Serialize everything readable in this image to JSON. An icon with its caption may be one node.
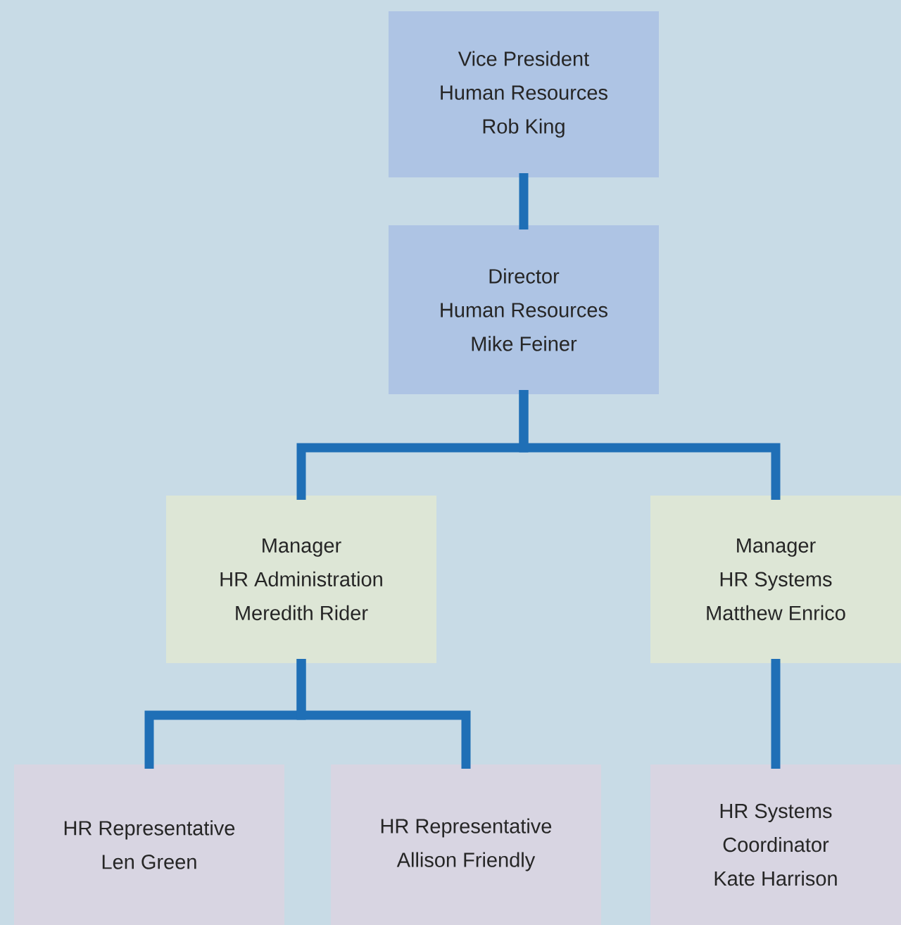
{
  "diagram": {
    "nodes": [
      {
        "text": [
          "Vice President",
          "Human Resources",
          "Rob King"
        ]
      },
      {
        "text": [
          "Director",
          "Human Resources",
          "Mike Feiner"
        ]
      },
      {
        "text": [
          "Manager",
          "HR Administration",
          "Meredith Rider"
        ]
      },
      {
        "text": [
          "Manager",
          "HR Systems",
          "Matthew Enrico"
        ]
      },
      {
        "text": [
          "HR Representative",
          "Len Green"
        ]
      },
      {
        "text": [
          "HR Representative",
          "Allison Friendly"
        ]
      },
      {
        "text": [
          "HR Systems",
          "Coordinator",
          "Kate Harrison"
        ]
      }
    ],
    "edges": [
      {
        "from": 0,
        "to": 1,
        "arrow": "none"
      },
      {
        "from": 1,
        "to": 2,
        "arrow": "none"
      },
      {
        "from": 1,
        "to": 3,
        "arrow": "none"
      },
      {
        "from": 2,
        "to": 4,
        "arrow": "none"
      },
      {
        "from": 2,
        "to": 5,
        "arrow": "none"
      },
      {
        "from": 3,
        "to": 6,
        "arrow": "none"
      }
    ]
  }
}
